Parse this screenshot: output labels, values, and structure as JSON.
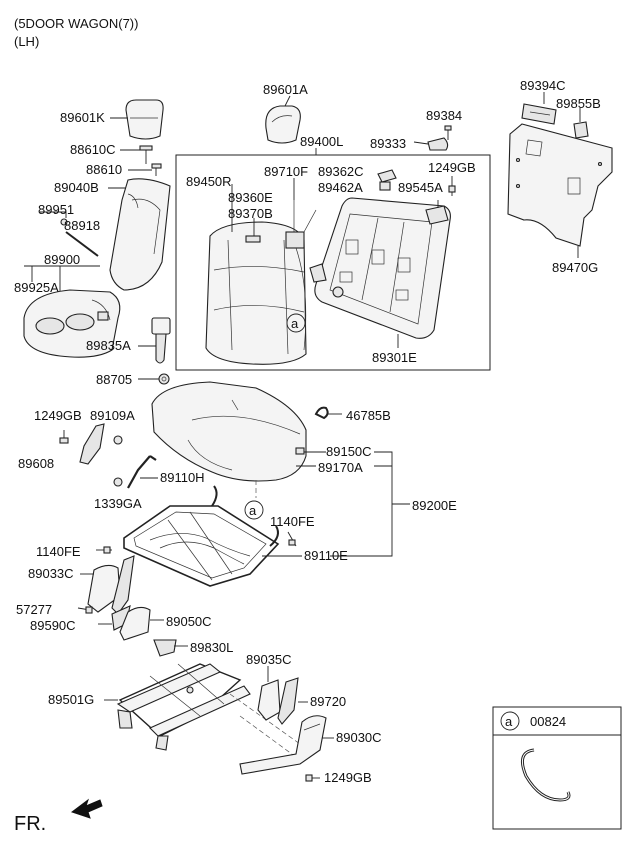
{
  "header": {
    "line1": "(5DOOR WAGON(7))",
    "line2": "(LH)"
  },
  "labels": {
    "p89601A": "89601A",
    "p89400L": "89400L",
    "p89601K": "89601K",
    "p88610C": "88610C",
    "p88610": "88610",
    "p89040B": "89040B",
    "p89951": "89951",
    "p88918": "88918",
    "p89900": "89900",
    "p89925A": "89925A",
    "p89835A": "89835A",
    "p88705": "88705",
    "p89450R": "89450R",
    "p89360E": "89360E",
    "p89370B": "89370B",
    "p89710F": "89710F",
    "p89362C": "89362C",
    "p89462A": "89462A",
    "p1249GB_top": "1249GB",
    "p89545A": "89545A",
    "p89384": "89384",
    "p89333": "89333",
    "p89394C": "89394C",
    "p89855B": "89855B",
    "p89470G": "89470G",
    "p89301E": "89301E",
    "p46785B": "46785B",
    "p1249GB_left": "1249GB",
    "p89109A": "89109A",
    "p89608": "89608",
    "p89110H": "89110H",
    "p1339GA": "1339GA",
    "p89150C": "89150C",
    "p89170A": "89170A",
    "p89200E": "89200E",
    "p1140FE_right": "1140FE",
    "p1140FE_left": "1140FE",
    "p89110E": "89110E",
    "p89033C": "89033C",
    "p57277": "57277",
    "p89590C": "89590C",
    "p89050C": "89050C",
    "p89830L": "89830L",
    "p89035C": "89035C",
    "p89501G": "89501G",
    "p89720": "89720",
    "p89030C": "89030C",
    "p1249GB_bottom": "1249GB"
  },
  "callouts": {
    "a1": "a",
    "a2": "a",
    "a_legend": "a"
  },
  "legend": {
    "code": "00824"
  },
  "footer": {
    "front_label": "FR."
  }
}
